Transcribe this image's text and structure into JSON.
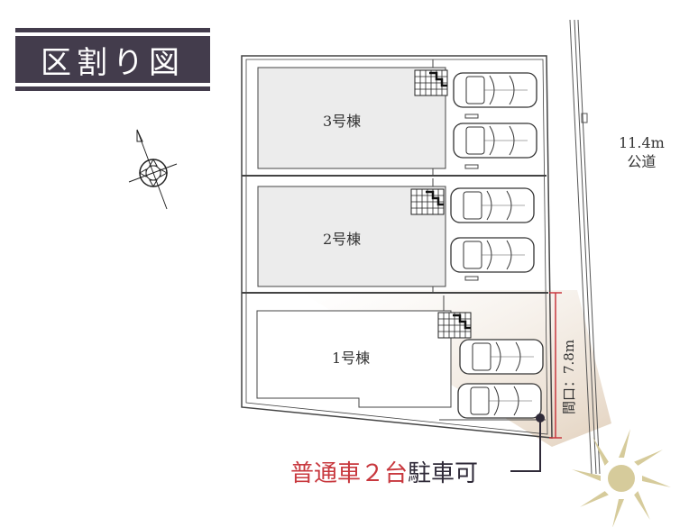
{
  "title": "区割り図",
  "lots": [
    {
      "label": "3号棟"
    },
    {
      "label": "2号棟"
    },
    {
      "label": "1号棟"
    }
  ],
  "road": {
    "width": "11.4m",
    "type": "公道"
  },
  "frontage": "間口：7.8m",
  "parking": {
    "highlight": "普通車２台",
    "rest": "駐車可"
  },
  "icons": [
    "compass-icon",
    "sun-icon",
    "car-icon",
    "stair-icon"
  ],
  "colors": {
    "title_bg": "#433c4c",
    "accent_red": "#c8383e",
    "sun": "#d6cb9b",
    "light_beam": "#e9dccd",
    "building_fill": "#ececec"
  }
}
